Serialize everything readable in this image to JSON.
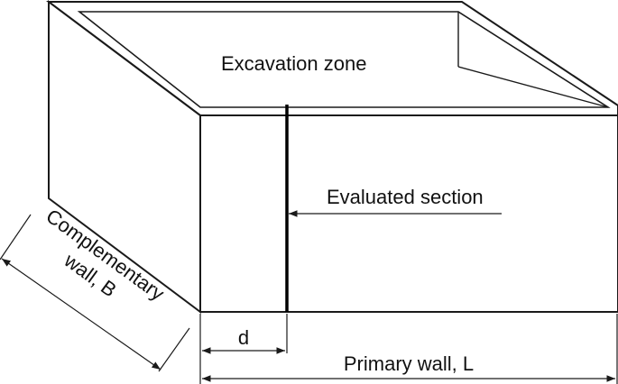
{
  "labels": {
    "excavation_zone": "Excavation zone",
    "evaluated_section": "Evaluated section",
    "complementary_wall_line1": "Complementary",
    "complementary_wall_line2": "wall, B",
    "d": "d",
    "primary_wall": "Primary wall, L"
  },
  "colors": {
    "complementary_wall_fill": "#7aaedf",
    "primary_wall_green_dark": "#55bb48",
    "primary_wall_green_light": "#f2f8f0",
    "section_line": "#000000",
    "outline": "#1a1a1a"
  }
}
